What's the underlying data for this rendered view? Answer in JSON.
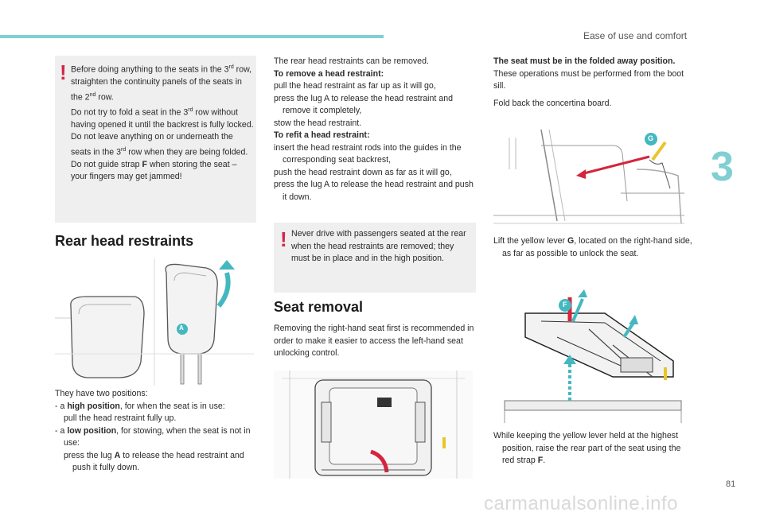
{
  "header": {
    "section_title": "Ease of use and comfort",
    "chapter": "3",
    "page_number": "81"
  },
  "watermark": "carmanualsonline.info",
  "warning1": {
    "mark": "!",
    "lines": [
      "Before doing anything to the seats in the 3rd row, straighten the continuity panels of the seats in the 2nd row.",
      "Do not try to fold a seat in the 3rd row without having opened it until the backrest is fully locked.",
      "Do not leave anything on or underneath the seats in the 3rd row when they are being folded."
    ],
    "strap_pre": "Do not guide strap ",
    "strap_letter": "F",
    "strap_post": " when storing the seat – your fingers may get jammed!"
  },
  "section1": {
    "title": "Rear head restraints",
    "figure_label": "A",
    "intro": "They have two positions:",
    "item1_prefix": "- a ",
    "item1_bold": "high position",
    "item1_rest": ", for when the seat is in use:",
    "item1_sub": "pull the head restraint fully up.",
    "item2_prefix": "- a ",
    "item2_bold": "low position",
    "item2_rest": ", for stowing, when the seat is not in use:",
    "item2_sub_pre": "press the lug ",
    "item2_sub_letter": "A",
    "item2_sub_post": " to release the head restraint and push it fully down."
  },
  "middle": {
    "intro": "The rear head restraints can be removed.",
    "remove_heading": "To remove a head restraint:",
    "remove_steps": [
      "pull the head restraint as far up as it will go,",
      "press the lug A to release the head restraint and remove it completely,",
      "stow the head restraint."
    ],
    "refit_heading": "To refit a head restraint:",
    "refit_steps": [
      "insert the head restraint rods into the guides in the corresponding seat backrest,",
      "push the head restraint down as far as it will go,",
      "press the lug A to release the head restraint and push it down."
    ],
    "warning2": {
      "mark": "!",
      "text": "Never drive with passengers seated at the rear when the head restraints are removed; they must be in place and in the high position."
    },
    "seat_removal_title": "Seat removal",
    "seat_removal_text": "Removing the right-hand seat first is recommended in order to make it easier to access the left-hand seat unlocking control."
  },
  "right": {
    "bold_intro": "The seat must be in the folded away position.",
    "boot_text": "These operations must be performed from the boot sill.",
    "step1": "Fold back the concertina board.",
    "figure_g_label": "G",
    "step2_pre": "Lift the yellow lever ",
    "step2_letter": "G",
    "step2_post": ", located on the right-hand side, as far as possible to unlock the seat.",
    "figure_f_label": "F",
    "step3_pre": "While keeping the yellow lever held at the highest position, raise the rear part of the seat using the red strap ",
    "step3_letter": "F",
    "step3_post": "."
  },
  "bullet_glyph": "",
  "colors": {
    "teal": "#7fcfd3",
    "warning_red": "#d4264a",
    "box_grey": "#efefef",
    "strap_red": "#d6243c",
    "lever_yellow": "#e8c62a"
  }
}
